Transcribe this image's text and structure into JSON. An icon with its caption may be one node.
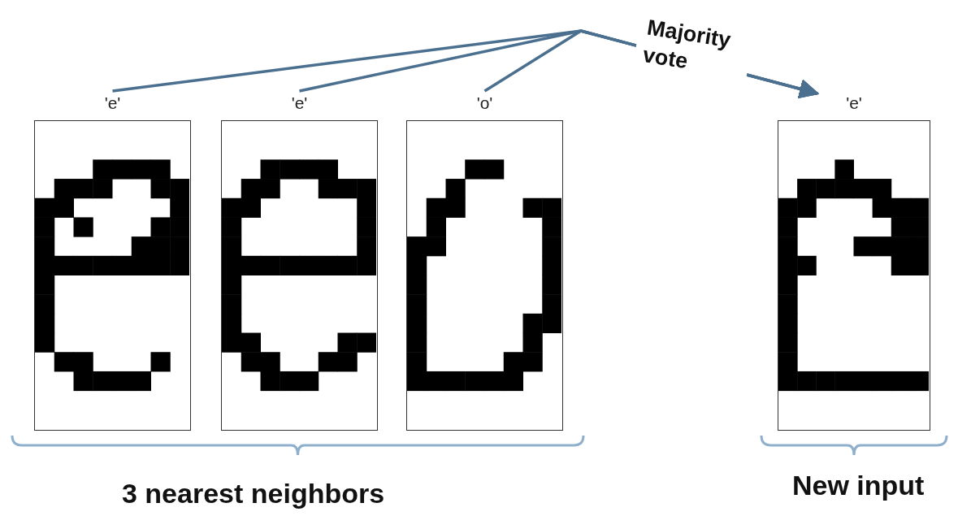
{
  "diagram": {
    "nodes": [
      {
        "text": [
          "'e'"
        ]
      },
      {
        "text": [
          "'e'"
        ]
      },
      {
        "text": [
          "'o'"
        ]
      },
      {
        "text": [
          "'e'"
        ]
      }
    ],
    "edges": [
      {
        "from": 0,
        "to": 3,
        "arrow": "to"
      },
      {
        "from": 1,
        "to": 3,
        "arrow": "to"
      },
      {
        "from": 2,
        "to": 3,
        "arrow": "to",
        "label": "Majority vote"
      }
    ],
    "labels": [
      "3 nearest neighbors",
      "New input"
    ]
  }
}
